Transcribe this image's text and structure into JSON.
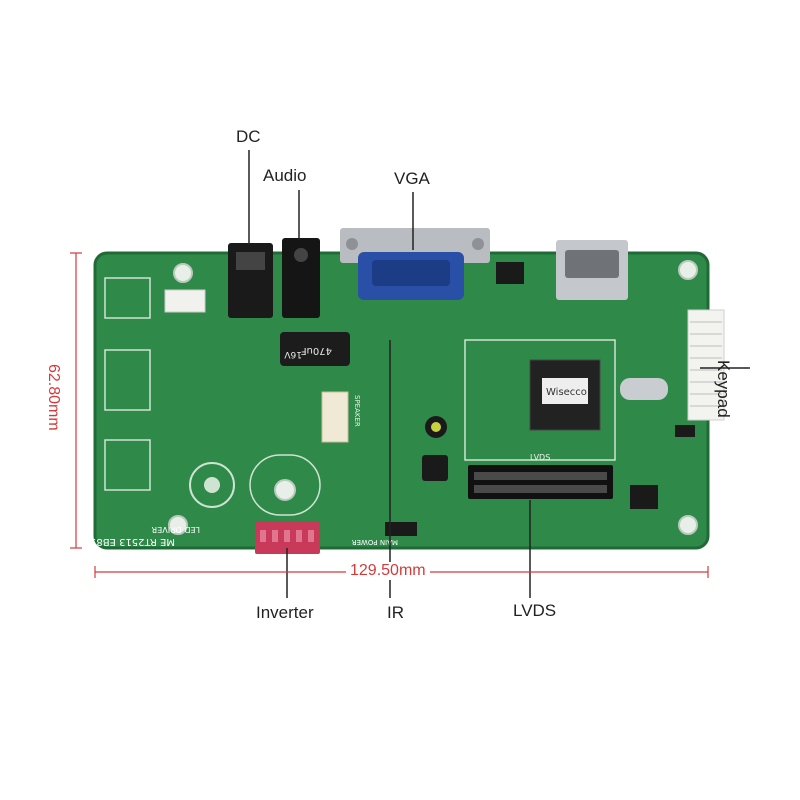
{
  "callouts": {
    "dc": "DC",
    "audio": "Audio",
    "vga": "VGA",
    "keypad": "Keypad",
    "inverter": "Inverter",
    "ir": "IR",
    "lvds": "LVDS"
  },
  "dimensions": {
    "width": "129.50mm",
    "height": "62.80mm"
  },
  "board_labels": {
    "model": "ME RT2513 EB818",
    "driver": "LED DRIVER",
    "capacitor_value": "470uF",
    "capacitor_voltage": "16V",
    "speaker": "SPEAKER",
    "lvds": "LVDS",
    "main_power": "MAIN POWER",
    "chip_brand": "Wisecco"
  },
  "colors": {
    "pcb": "#2f8a4a",
    "pcb_dark": "#1f6b36",
    "dimension_line": "#d43a3a",
    "vga_blue": "#2a4fa6",
    "inverter_pink": "#c93a5a"
  }
}
